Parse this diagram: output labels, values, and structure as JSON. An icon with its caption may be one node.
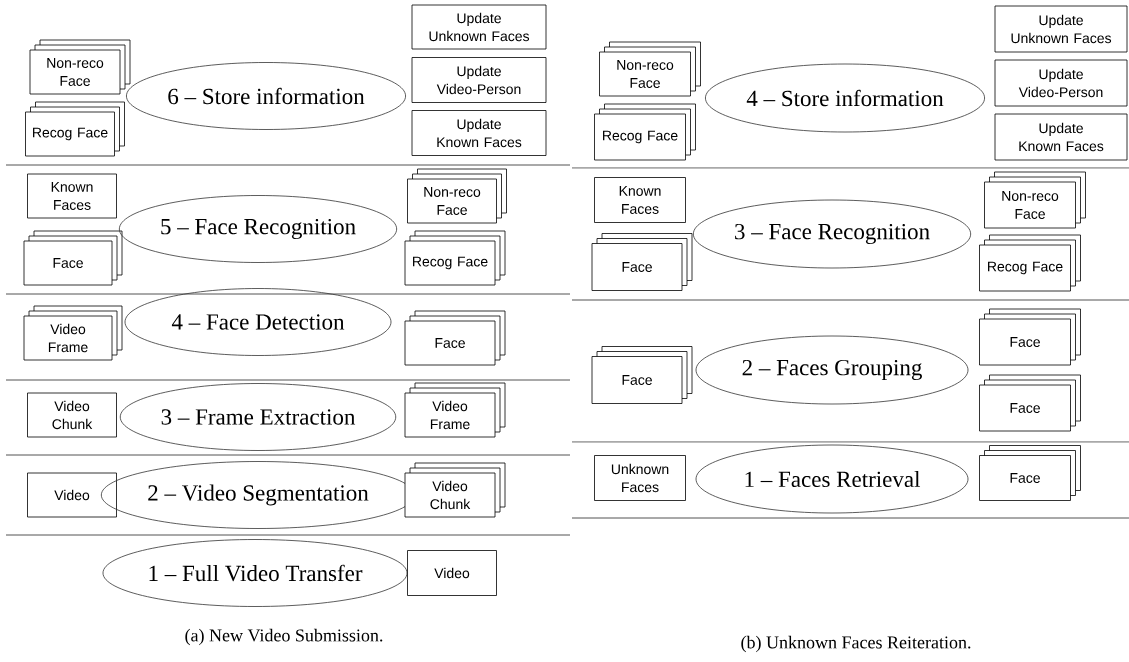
{
  "diagram": {
    "nodes": [
      {
        "text": [
          "Non-reco Face"
        ]
      },
      {
        "text": [
          "Recog Face"
        ]
      },
      {
        "text": [
          "6 – Store information"
        ]
      },
      {
        "text": [
          "Update Unknown Faces"
        ]
      },
      {
        "text": [
          "Update Video-Person"
        ]
      },
      {
        "text": [
          "Update Known Faces"
        ]
      },
      {
        "text": [
          "Known Faces"
        ]
      },
      {
        "text": [
          "Face"
        ]
      },
      {
        "text": [
          "5 – Face Recognition"
        ]
      },
      {
        "text": [
          "Non-reco Face"
        ]
      },
      {
        "text": [
          "Recog Face"
        ]
      },
      {
        "text": [
          "Video Frame"
        ]
      },
      {
        "text": [
          "4 – Face Detection"
        ]
      },
      {
        "text": [
          "Face"
        ]
      },
      {
        "text": [
          "Video Chunk"
        ]
      },
      {
        "text": [
          "3 – Frame Extraction"
        ]
      },
      {
        "text": [
          "Video Frame"
        ]
      },
      {
        "text": [
          "Video"
        ]
      },
      {
        "text": [
          "2 – Video Segmentation"
        ]
      },
      {
        "text": [
          "Video Chunk"
        ]
      },
      {
        "text": [
          "1 – Full Video Transfer"
        ]
      },
      {
        "text": [
          "Video"
        ]
      },
      {
        "text": [
          "Non-reco Face"
        ]
      },
      {
        "text": [
          "Recog Face"
        ]
      },
      {
        "text": [
          "4 – Store information"
        ]
      },
      {
        "text": [
          "Update Unknown Faces"
        ]
      },
      {
        "text": [
          "Update Video-Person"
        ]
      },
      {
        "text": [
          "Update Known Faces"
        ]
      },
      {
        "text": [
          "Known Faces"
        ]
      },
      {
        "text": [
          "Face"
        ]
      },
      {
        "text": [
          "3 – Face Recognition"
        ]
      },
      {
        "text": [
          "Non-reco Face"
        ]
      },
      {
        "text": [
          "Recog Face"
        ]
      },
      {
        "text": [
          "Face"
        ]
      },
      {
        "text": [
          "2 – Faces Grouping"
        ]
      },
      {
        "text": [
          "Face"
        ]
      },
      {
        "text": [
          "Face"
        ]
      },
      {
        "text": [
          "Unknown Faces"
        ]
      },
      {
        "text": [
          "1 – Faces Retrieval"
        ]
      },
      {
        "text": [
          "Face"
        ]
      }
    ],
    "labels": [
      "(a) New Video Submission.",
      "(b) Unknown Faces Reiteration."
    ]
  }
}
